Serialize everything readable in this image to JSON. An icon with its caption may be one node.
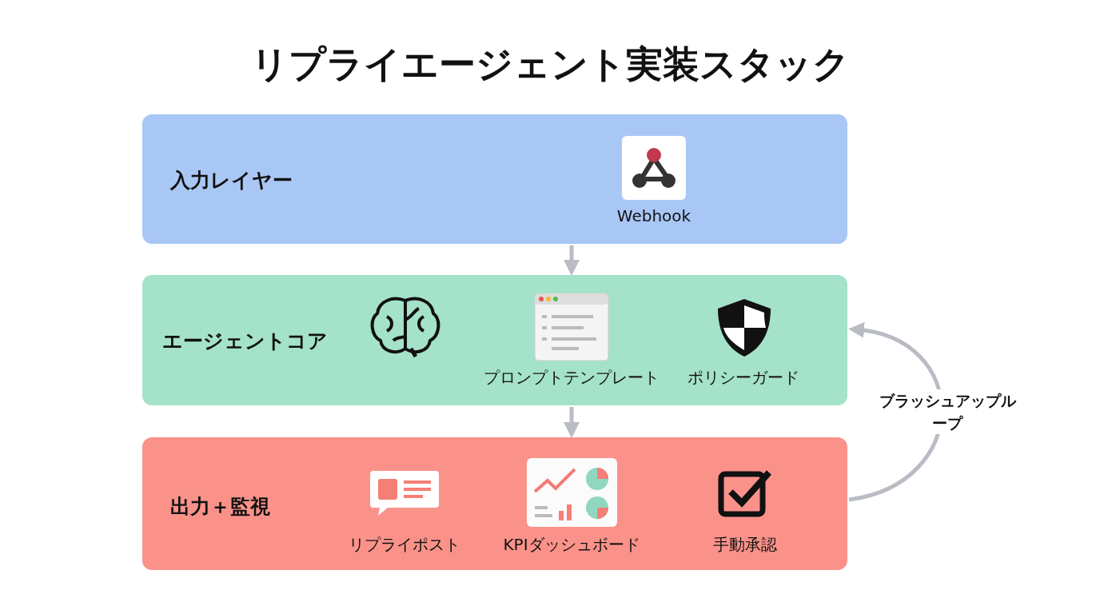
{
  "diagram": {
    "title": "リプライエージェント実装スタック",
    "nodes": [
      {
        "text": [
          "入力レイヤー"
        ]
      },
      {
        "text": [
          "エージェントコア"
        ]
      },
      {
        "text": [
          "出力＋監視"
        ]
      }
    ],
    "edges": [
      {
        "from": 0,
        "to": 1,
        "arrow": "to"
      },
      {
        "from": 1,
        "to": 2,
        "arrow": "to"
      },
      {
        "from": 2,
        "to": 1,
        "arrow": "to",
        "label": "ブラッシュアップループ"
      }
    ],
    "labels": [
      "Webhook",
      "プロンプトテンプレート",
      "ポリシーガード",
      "リプライポスト",
      "KPIダッシュボード",
      "手動承認"
    ]
  }
}
